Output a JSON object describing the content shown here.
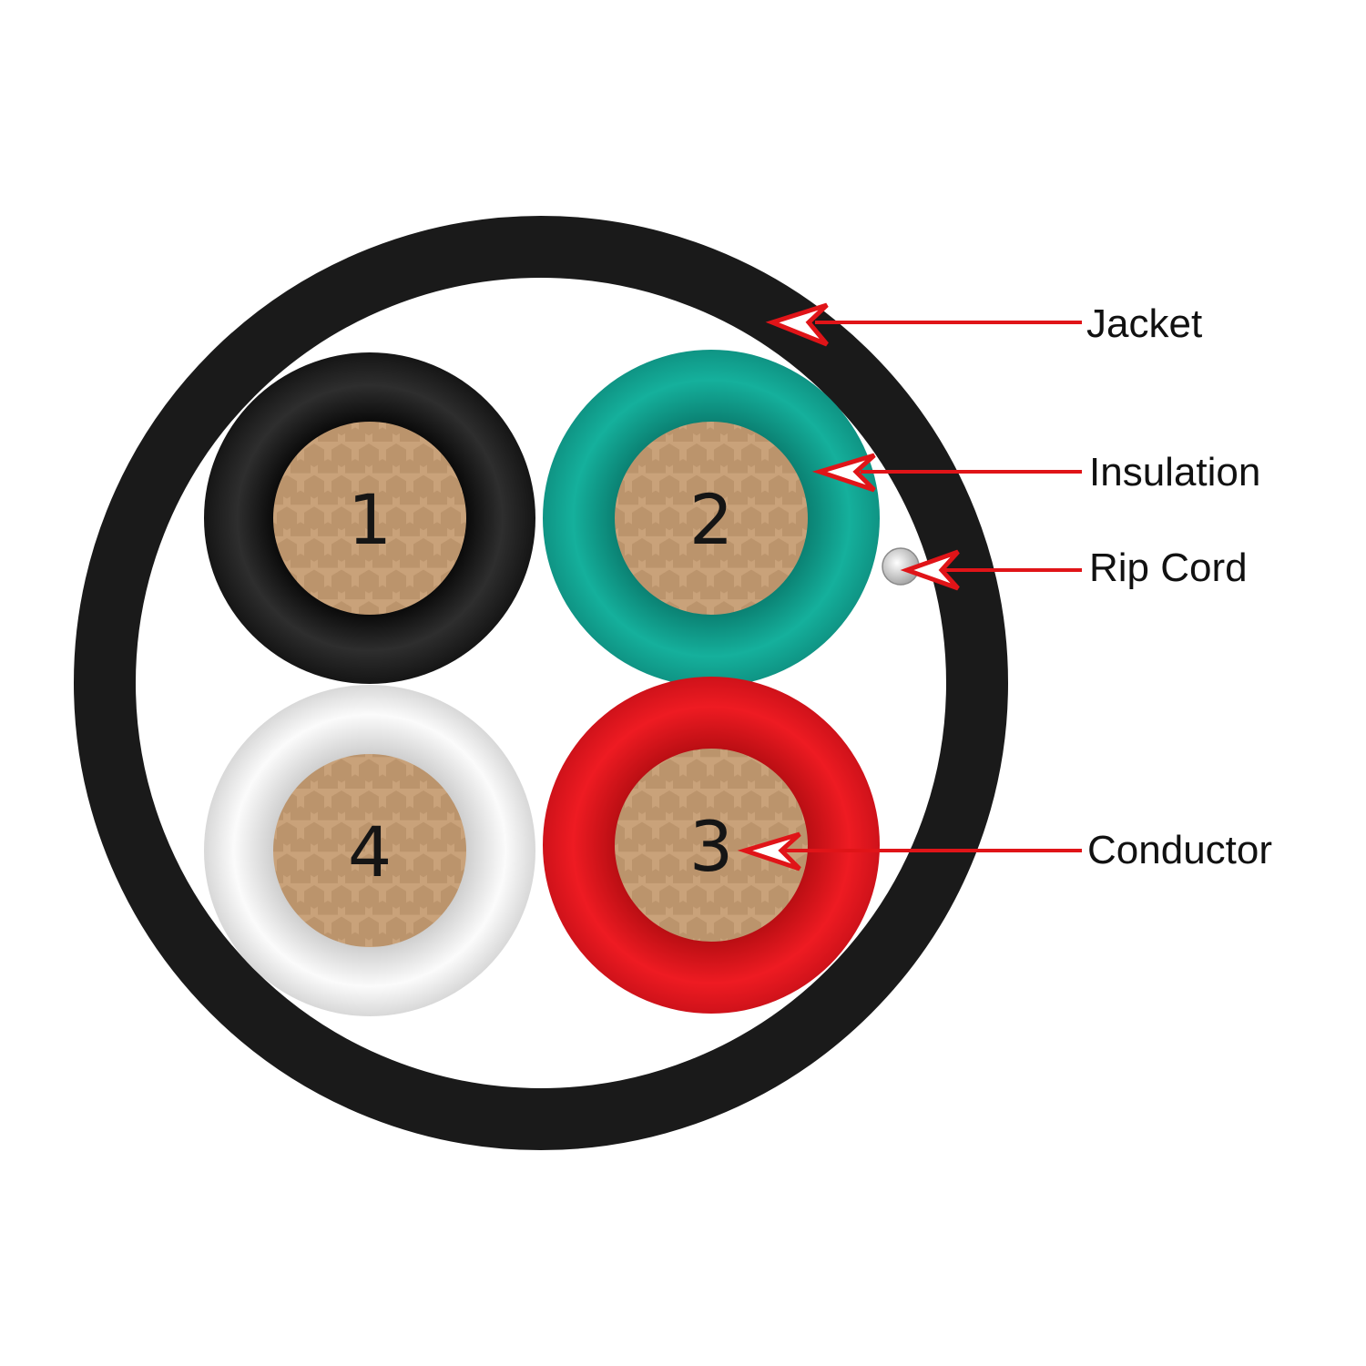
{
  "diagram": {
    "conductors": [
      {
        "number": "1",
        "insulation_color": "#1c1c1c"
      },
      {
        "number": "2",
        "insulation_color": "#0f9e8c"
      },
      {
        "number": "3",
        "insulation_color": "#e0141b"
      },
      {
        "number": "4",
        "insulation_color": "#e8e8e8"
      }
    ],
    "labels": {
      "jacket": "Jacket",
      "insulation": "Insulation",
      "rip_cord": "Rip Cord",
      "conductor": "Conductor"
    },
    "colors": {
      "jacket": "#1a1a1a",
      "copper": "#c9a27a",
      "arrow": "#e01418"
    }
  }
}
